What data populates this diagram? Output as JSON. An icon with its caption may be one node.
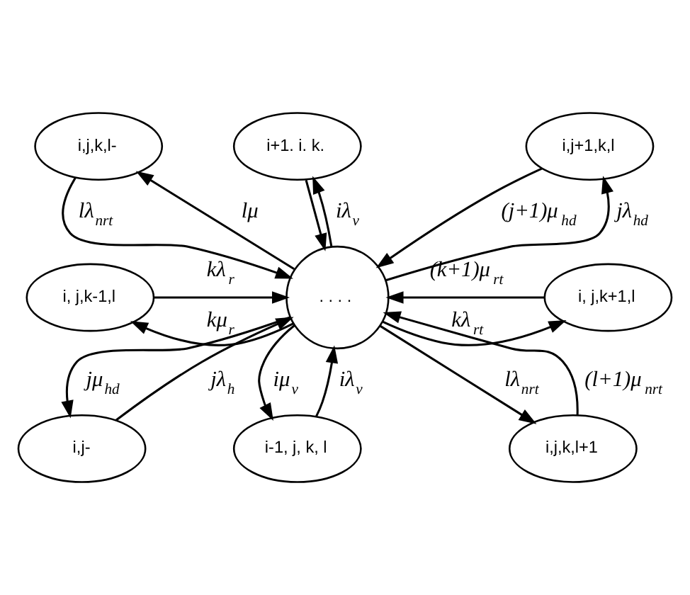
{
  "diagram": {
    "nodes": [
      {
        "text": [
          "i+1. i. k."
        ]
      },
      {
        "text": [
          "i,j+1,k,l"
        ]
      },
      {
        "text": [
          "i,j,k,l-"
        ]
      },
      {
        "text": [
          ". . . ."
        ]
      },
      {
        "text": [
          "i, j,k-1,l"
        ]
      },
      {
        "text": [
          "i, j,k+1,l"
        ]
      },
      {
        "text": [
          "i,j,k,l+1"
        ]
      },
      {
        "text": [
          "i,j-"
        ]
      },
      {
        "text": [
          "i-1, j, k, l"
        ]
      }
    ],
    "edges": [
      {
        "from": 3,
        "to": 0,
        "arrow": "to",
        "label": "iλ$_{v}$"
      },
      {
        "from": 0,
        "to": 3,
        "arrow": "to"
      },
      {
        "from": 3,
        "to": 1,
        "arrow": "to",
        "label": "jλ$_{hd}$"
      },
      {
        "from": 1,
        "to": 3,
        "arrow": "to",
        "label": "(j+1)μ$_{hd}$"
      },
      {
        "from": 2,
        "to": 3,
        "arrow": "to",
        "label": "lλ$_{nrt}$"
      },
      {
        "from": 3,
        "to": 2,
        "arrow": "to",
        "label": "lμ"
      },
      {
        "from": 4,
        "to": 3,
        "arrow": "to",
        "label": "kλ$_{r}$"
      },
      {
        "from": 3,
        "to": 4,
        "arrow": "to",
        "label": "kμ$_{r}$"
      },
      {
        "from": 3,
        "to": 5,
        "arrow": "to",
        "label": "kλ$_{rt}$"
      },
      {
        "from": 5,
        "to": 3,
        "arrow": "to",
        "label": "(k+1)μ$_{rt}$"
      },
      {
        "from": 3,
        "to": 6,
        "arrow": "to",
        "label": "lλ$_{nrt}$"
      },
      {
        "from": 6,
        "to": 3,
        "arrow": "to",
        "label": "(l+1)μ$_{nrt}$"
      },
      {
        "from": 7,
        "to": 3,
        "arrow": "to",
        "label": "jλ$_{h}$"
      },
      {
        "from": 3,
        "to": 7,
        "arrow": "to",
        "label": "jμ$_{hd}$"
      },
      {
        "from": 8,
        "to": 3,
        "arrow": "to",
        "label": "iλ$_{v}$"
      },
      {
        "from": 3,
        "to": 8,
        "arrow": "to",
        "label": "iμ$_{v}$"
      }
    ]
  }
}
